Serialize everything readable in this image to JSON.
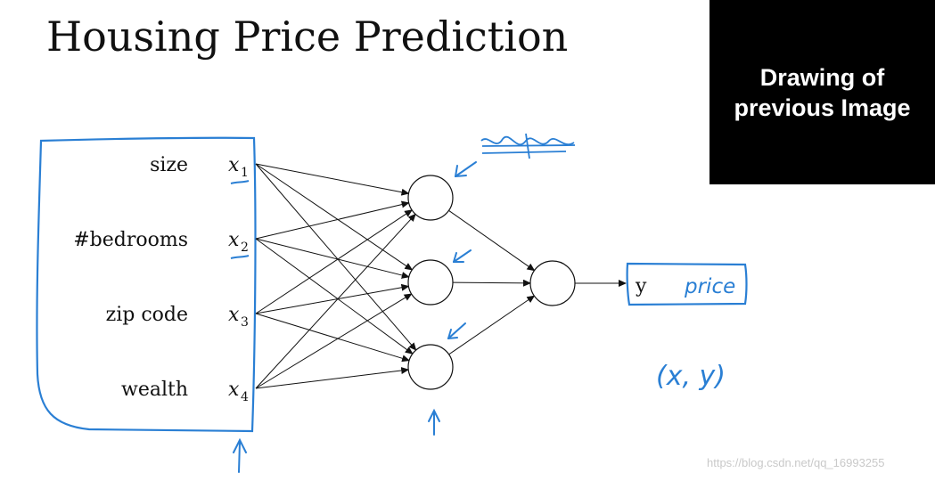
{
  "title": "Housing Price Prediction",
  "black_box": {
    "line1": "Drawing of",
    "line2": "previous Image"
  },
  "features": [
    {
      "label": "size",
      "var": "x",
      "sub": "1"
    },
    {
      "label": "#bedrooms",
      "var": "x",
      "sub": "2"
    },
    {
      "label": "zip code",
      "var": "x",
      "sub": "3"
    },
    {
      "label": "wealth",
      "var": "x",
      "sub": "4"
    }
  ],
  "output": {
    "label": "y",
    "annotation": "price"
  },
  "pair_annotation": "(x, y)",
  "watermark": "https://blog.csdn.net/qq_16993255",
  "colors": {
    "ink": "#111111",
    "pen": "#2a7fd4",
    "box": "#000000"
  }
}
